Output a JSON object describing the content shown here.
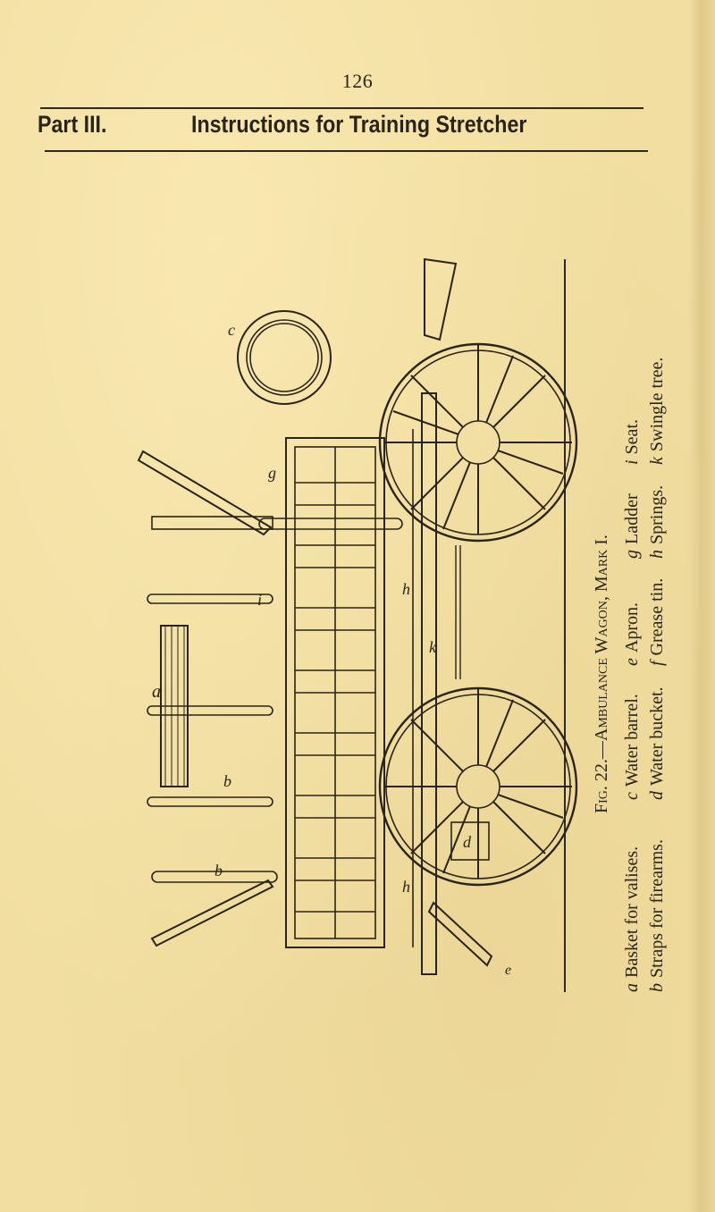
{
  "page": {
    "number": "126",
    "header_part": "Part III.",
    "header_title": "Instructions for Training Stretcher"
  },
  "figure": {
    "caption_prefix": "Fig. 22.—",
    "caption_title": "Ambulance Wagon, Mark I.",
    "labels_on_drawing": [
      "a",
      "b",
      "b",
      "c",
      "d",
      "e",
      "g",
      "h",
      "h",
      "i",
      "k"
    ],
    "legend": [
      {
        "key": "a",
        "text": "Basket for valises."
      },
      {
        "key": "b",
        "text": "Straps for firearms."
      },
      {
        "key": "c",
        "text": "Water barrel."
      },
      {
        "key": "d",
        "text": "Water bucket."
      },
      {
        "key": "e",
        "text": "Apron."
      },
      {
        "key": "f",
        "text": "Grease tin."
      },
      {
        "key": "g",
        "text": "Ladder"
      },
      {
        "key": "h",
        "text": "Springs."
      },
      {
        "key": "i",
        "text": "Seat."
      },
      {
        "key": "k",
        "text": "Swingle tree."
      }
    ]
  },
  "colors": {
    "paper": "#f1dea0",
    "ink": "#2a2418"
  }
}
